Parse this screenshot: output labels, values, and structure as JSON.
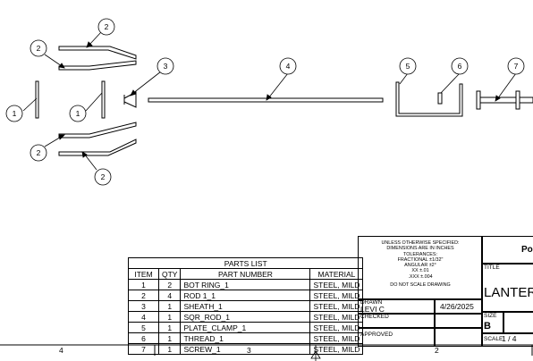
{
  "balloons": [
    "1",
    "1",
    "2",
    "2",
    "2",
    "2",
    "3",
    "4",
    "5",
    "6",
    "7"
  ],
  "parts_list": {
    "caption": "PARTS LIST",
    "headers": [
      "ITEM",
      "QTY",
      "PART NUMBER",
      "MATERIAL"
    ],
    "rows": [
      [
        "1",
        "2",
        "BOT RING_1",
        "STEEL, MILD"
      ],
      [
        "2",
        "4",
        "ROD 1_1",
        "STEEL, MILD"
      ],
      [
        "3",
        "1",
        "SHEATH_1",
        "STEEL, MILD"
      ],
      [
        "4",
        "1",
        "SQR_ROD_1",
        "STEEL, MILD"
      ],
      [
        "5",
        "1",
        "PLATE_CLAMP_1",
        "STEEL, MILD"
      ],
      [
        "6",
        "1",
        "THREAD_1",
        "STEEL, MILD"
      ],
      [
        "7",
        "1",
        "SCREW_1",
        "STEEL, MILD"
      ]
    ]
  },
  "title_block": {
    "notes": [
      "UNLESS OTHERWISE SPECIFIED:",
      "DIMENSIONS ARE IN INCHES",
      "TOLERANCES:",
      "FRACTIONAL ±1/32\"",
      "ANGULAR ±2°",
      "XX ±.01",
      ".XXX ±.004"
    ],
    "do_not_scale": "DO NOT SCALE DRAWING",
    "drawn_label": "DRAWN",
    "drawn_by": "LEVI C",
    "drawn_date": "4/26/2025",
    "checked_label": "CHECKED",
    "approved_label": "APPROVED",
    "company": "Po",
    "title_label": "TITLE",
    "title": "LANTER",
    "size_label": "SIZE",
    "size": "B",
    "scale_label": "SCALE",
    "scale": "1 / 4"
  },
  "zones": [
    "4",
    "3",
    "2"
  ]
}
